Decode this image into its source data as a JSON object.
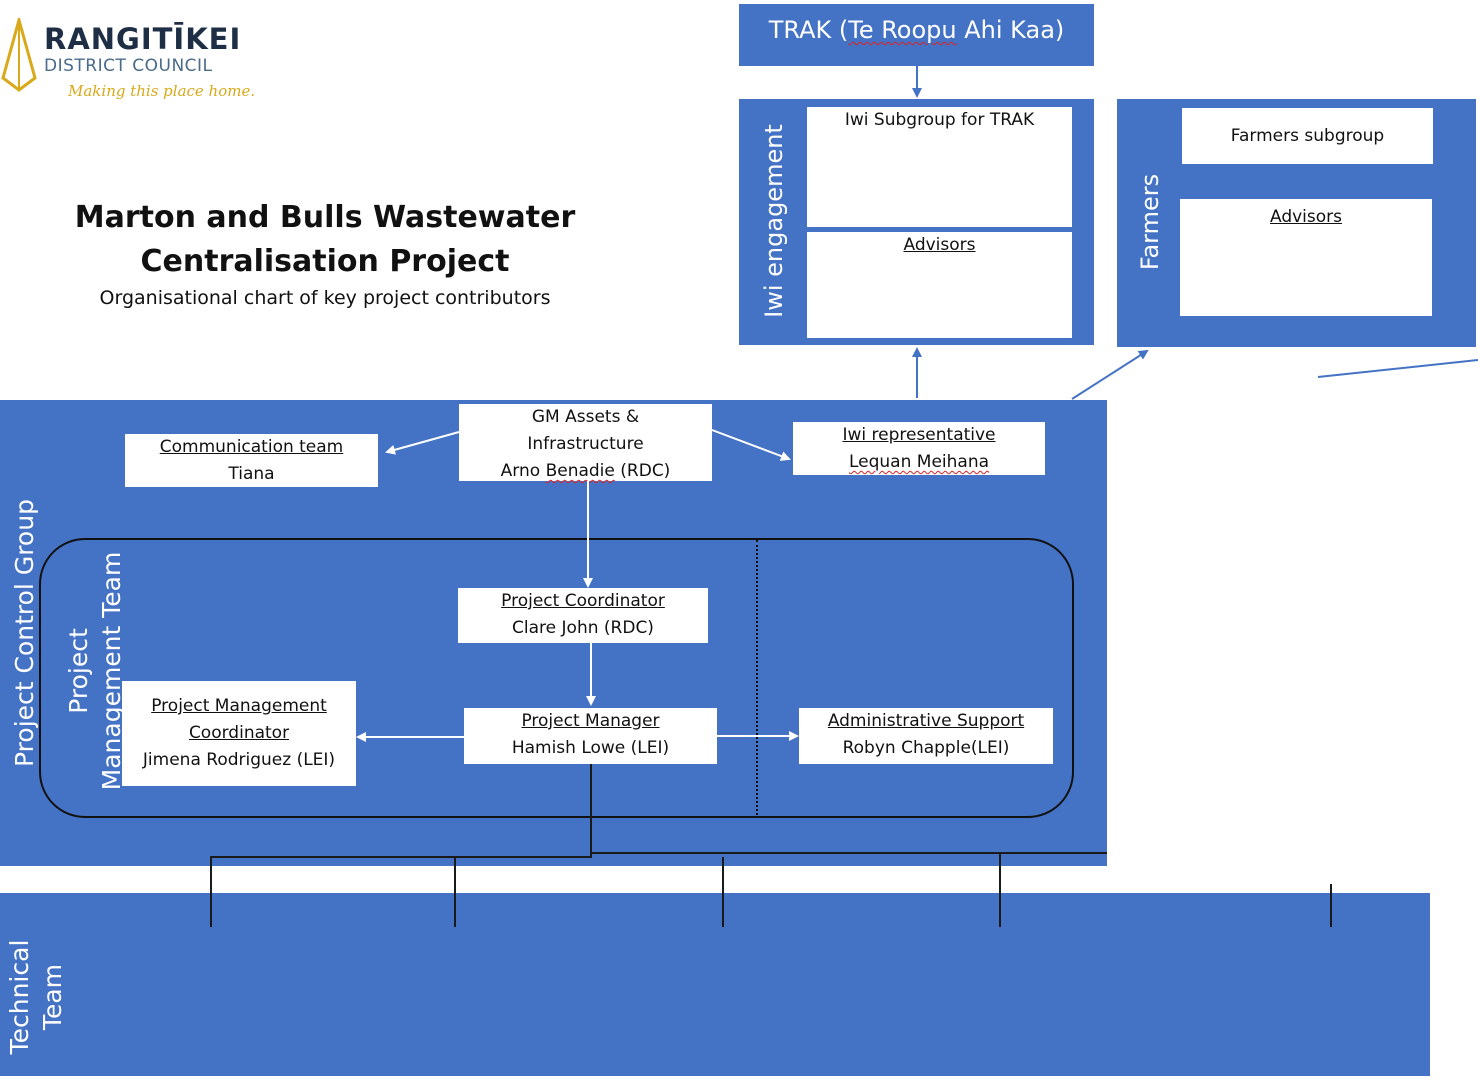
{
  "logo": {
    "name": "RANGITĪKEI",
    "sub": "DISTRICT COUNCIL",
    "tagline": "Making this place home."
  },
  "title": {
    "line1": "Marton and Bulls Wastewater",
    "line2": "Centralisation Project",
    "subtitle": "Organisational chart of key project contributors"
  },
  "trak": {
    "prefix": "TRAK (",
    "squiggle": "Te Roopu",
    "suffix": " Ahi Kaa)"
  },
  "iwi_engagement": {
    "label": "Iwi engagement",
    "subgroup": "Iwi Subgroup for TRAK",
    "advisors": "Advisors"
  },
  "farmers": {
    "label": "Farmers",
    "subgroup": "Farmers subgroup",
    "advisors": "Advisors"
  },
  "project_control_group": {
    "label": "Project Control Group",
    "gm": {
      "line1": "GM Assets &",
      "line2": "Infrastructure",
      "line3_pre": "Arno ",
      "line3_squig": "Benadie",
      "line3_post": " (RDC)"
    },
    "communication": {
      "title": "Communication team",
      "name": "Tiana"
    },
    "iwi_rep": {
      "title": "Iwi representative",
      "name_squig": "Lequan Meihana"
    }
  },
  "project_management_team": {
    "label_line1": "Project",
    "label_line2": "Management Team",
    "coordinator": {
      "title": "Project Coordinator",
      "name": "Clare John (RDC)"
    },
    "manager": {
      "title": "Project Manager",
      "name": "Hamish Lowe (LEI)"
    },
    "pm_coordinator": {
      "title1": "Project Management",
      "title2": "Coordinator",
      "name": "Jimena Rodriguez (LEI)"
    },
    "admin": {
      "title": "Administrative Support",
      "name": "Robyn Chapple(LEI)"
    }
  },
  "technical_team": {
    "label_line1": "Technical",
    "label_line2": "Team"
  },
  "colors": {
    "panel_blue": "#4472c4",
    "logo_navy": "#1e2f45",
    "logo_gold": "#d8a91a"
  }
}
